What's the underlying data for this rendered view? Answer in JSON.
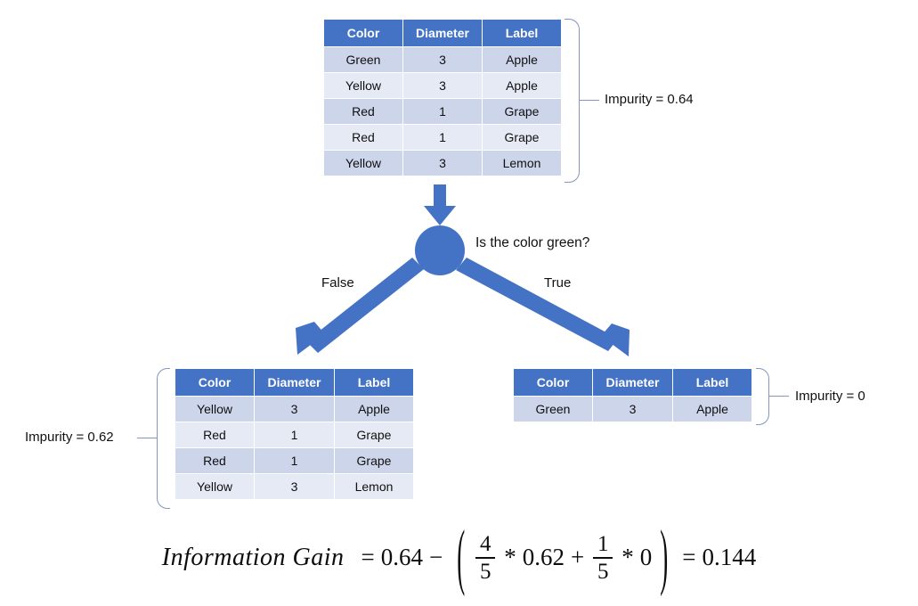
{
  "diagram": {
    "title": "Decision tree split on color with information gain",
    "accent_color": "#4472C4",
    "band_color_a": "#CDD5EA",
    "band_color_b": "#E6EAF5",
    "brace_color": "#8296C0"
  },
  "columns": [
    "Color",
    "Diameter",
    "Label"
  ],
  "root_table": {
    "headers": [
      "Color",
      "Diameter",
      "Label"
    ],
    "rows": [
      [
        "Green",
        "3",
        "Apple"
      ],
      [
        "Yellow",
        "3",
        "Apple"
      ],
      [
        "Red",
        "1",
        "Grape"
      ],
      [
        "Red",
        "1",
        "Grape"
      ],
      [
        "Yellow",
        "3",
        "Lemon"
      ]
    ],
    "impurity_label": "Impurity = 0.64"
  },
  "decision": {
    "question": "Is the color green?",
    "false_label": "False",
    "true_label": "True"
  },
  "left_table": {
    "headers": [
      "Color",
      "Diameter",
      "Label"
    ],
    "rows": [
      [
        "Yellow",
        "3",
        "Apple"
      ],
      [
        "Red",
        "1",
        "Grape"
      ],
      [
        "Red",
        "1",
        "Grape"
      ],
      [
        "Yellow",
        "3",
        "Lemon"
      ]
    ],
    "impurity_label": "Impurity = 0.62"
  },
  "right_table": {
    "headers": [
      "Color",
      "Diameter",
      "Label"
    ],
    "rows": [
      [
        "Green",
        "3",
        "Apple"
      ]
    ],
    "impurity_label": "Impurity = 0"
  },
  "formula": {
    "title": "Information Gain",
    "equals": "=",
    "parent_impurity": "0.64",
    "minus": "−",
    "open_paren": "(",
    "left_weight_numerator": "4",
    "left_weight_denominator": "5",
    "times_1": "*",
    "left_impurity": "0.62",
    "plus": "+",
    "right_weight_numerator": "1",
    "right_weight_denominator": "5",
    "times_2": "*",
    "right_impurity": "0",
    "close_paren": ")",
    "equals_2": "=",
    "result": "0.144"
  }
}
